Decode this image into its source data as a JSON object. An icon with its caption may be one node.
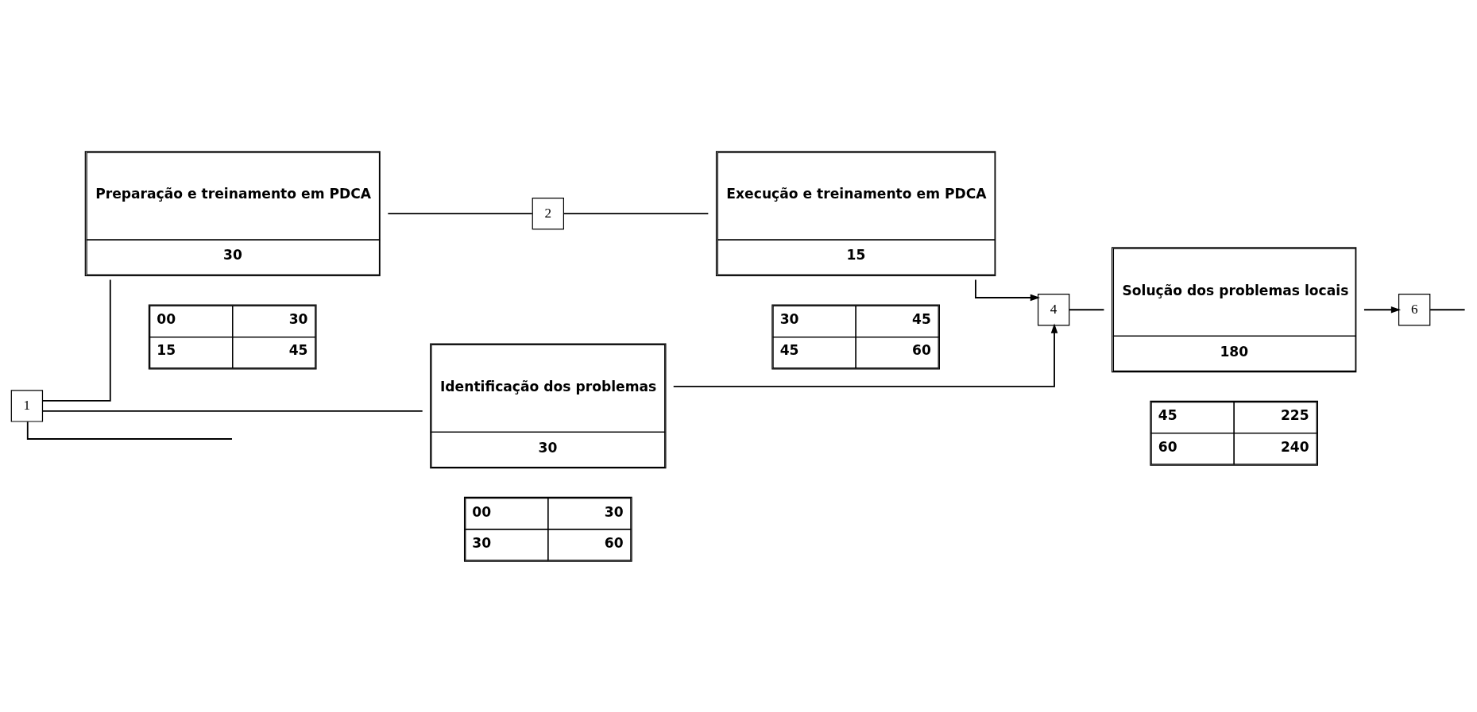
{
  "diagram": {
    "nodes": [
      {
        "text": [
          "Preparação e treinamento em PDCA",
          "30"
        ]
      },
      {
        "text": [
          "2"
        ]
      },
      {
        "text": [
          "Execução e treinamento em PDCA",
          "15"
        ]
      },
      {
        "text": [
          "00",
          "30",
          "15",
          "45"
        ]
      },
      {
        "text": [
          "30",
          "45",
          "45",
          "60"
        ]
      },
      {
        "text": [
          "4"
        ]
      },
      {
        "text": [
          "Solução dos problemas locais",
          "180"
        ]
      },
      {
        "text": [
          "6"
        ]
      },
      {
        "text": [
          "1"
        ]
      },
      {
        "text": [
          "Identificação dos problemas",
          "30"
        ]
      },
      {
        "text": [
          "45",
          "225",
          "60",
          "240"
        ]
      },
      {
        "text": [
          "00",
          "30",
          "30",
          "60"
        ]
      }
    ],
    "edges": [
      {
        "from": 8,
        "to": 0,
        "arrow": "none"
      },
      {
        "from": 0,
        "to": 1,
        "arrow": "none"
      },
      {
        "from": 1,
        "to": 2,
        "arrow": "none"
      },
      {
        "from": 2,
        "to": 5,
        "arrow": "to"
      },
      {
        "from": 8,
        "to": 9,
        "arrow": "none"
      },
      {
        "from": 9,
        "to": 5,
        "arrow": "to"
      },
      {
        "from": 5,
        "to": 6,
        "arrow": "none"
      },
      {
        "from": 6,
        "to": 7,
        "arrow": "to"
      },
      {
        "from": 7,
        "to": null,
        "arrow": "none"
      },
      {
        "from": 8,
        "to": null,
        "arrow": "none"
      }
    ]
  }
}
